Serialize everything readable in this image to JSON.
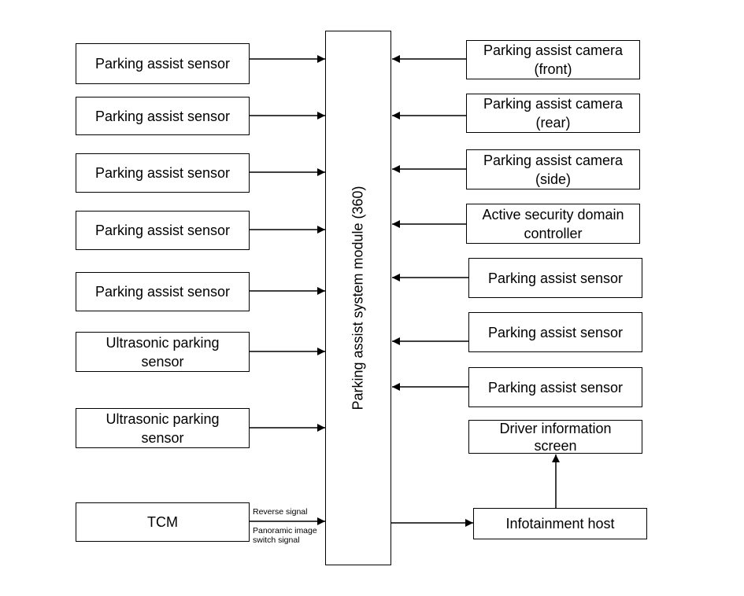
{
  "module": {
    "label": "Parking assist system module (360)"
  },
  "left_inputs": [
    "Parking assist sensor",
    "Parking assist sensor",
    "Parking assist sensor",
    "Parking assist sensor",
    "Parking assist sensor",
    "Ultrasonic parking\nsensor",
    "Ultrasonic parking\nsensor"
  ],
  "tcm": {
    "label": "TCM",
    "signal_reverse": "Reverse signal",
    "signal_panoramic": "Panoramic image\nswitch signal"
  },
  "right_inputs": [
    "Parking assist camera\n(front)",
    "Parking assist camera\n(rear)",
    "Parking assist camera\n(side)",
    "Active security domain\ncontroller",
    "Parking assist sensor",
    "Parking assist sensor",
    "Parking assist sensor"
  ],
  "driver_screen": {
    "label": "Driver information\nscreen"
  },
  "infotainment": {
    "label": "Infotainment host"
  }
}
